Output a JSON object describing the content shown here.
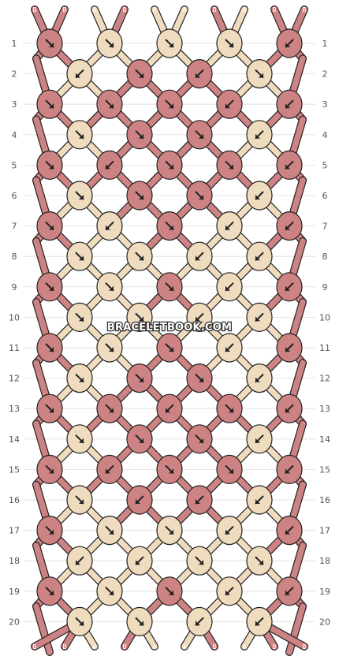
{
  "site": {
    "watermark": "BRACELETBOOK.COM"
  },
  "colors": {
    "A": "#efdbbd",
    "B": "#cd8283",
    "outline": "#222222",
    "background": "#ffffff",
    "grid": "#dddddd"
  },
  "strands": [
    "B",
    "B",
    "A",
    "B",
    "A",
    "A",
    "B",
    "A",
    "B",
    "B"
  ],
  "row_numbers": [
    "1",
    "2",
    "3",
    "4",
    "5",
    "6",
    "7",
    "8",
    "9",
    "10",
    "11",
    "12",
    "13",
    "14",
    "15",
    "16",
    "17",
    "18",
    "19",
    "20"
  ],
  "knot_rows": [
    [
      {
        "c": "B",
        "d": "se"
      },
      {
        "c": "A",
        "d": "se"
      },
      {
        "c": "A",
        "d": "se"
      },
      {
        "c": "A",
        "d": "se"
      },
      {
        "c": "B",
        "d": "sw"
      }
    ],
    [
      {
        "c": "A",
        "d": "sw"
      },
      {
        "c": "B",
        "d": "se"
      },
      {
        "c": "B",
        "d": "sw"
      },
      {
        "c": "A",
        "d": "se"
      }
    ],
    [
      {
        "c": "B",
        "d": "se"
      },
      {
        "c": "B",
        "d": "se"
      },
      {
        "c": "B",
        "d": "se"
      },
      {
        "c": "B",
        "d": "sw"
      },
      {
        "c": "B",
        "d": "sw"
      }
    ],
    [
      {
        "c": "A",
        "d": "se"
      },
      {
        "c": "B",
        "d": "se"
      },
      {
        "c": "B",
        "d": "se"
      },
      {
        "c": "A",
        "d": "sw"
      }
    ],
    [
      {
        "c": "B",
        "d": "se"
      },
      {
        "c": "B",
        "d": "sw"
      },
      {
        "c": "B",
        "d": "se"
      },
      {
        "c": "B",
        "d": "se"
      },
      {
        "c": "B",
        "d": "sw"
      }
    ],
    [
      {
        "c": "A",
        "d": "se"
      },
      {
        "c": "B",
        "d": "se"
      },
      {
        "c": "B",
        "d": "se"
      },
      {
        "c": "A",
        "d": "sw"
      }
    ],
    [
      {
        "c": "B",
        "d": "se"
      },
      {
        "c": "A",
        "d": "sw"
      },
      {
        "c": "B",
        "d": "se"
      },
      {
        "c": "A",
        "d": "sw"
      },
      {
        "c": "B",
        "d": "sw"
      }
    ],
    [
      {
        "c": "A",
        "d": "se"
      },
      {
        "c": "A",
        "d": "se"
      },
      {
        "c": "A",
        "d": "sw"
      },
      {
        "c": "A",
        "d": "sw"
      }
    ],
    [
      {
        "c": "B",
        "d": "se"
      },
      {
        "c": "A",
        "d": "se"
      },
      {
        "c": "B",
        "d": "se"
      },
      {
        "c": "A",
        "d": "sw"
      },
      {
        "c": "B",
        "d": "sw"
      }
    ],
    [
      {
        "c": "A",
        "d": "se"
      },
      {
        "c": "A",
        "d": "se"
      },
      {
        "c": "A",
        "d": "sw"
      },
      {
        "c": "A",
        "d": "sw"
      }
    ],
    [
      {
        "c": "B",
        "d": "se"
      },
      {
        "c": "A",
        "d": "se"
      },
      {
        "c": "B",
        "d": "se"
      },
      {
        "c": "A",
        "d": "sw"
      },
      {
        "c": "B",
        "d": "sw"
      }
    ],
    [
      {
        "c": "A",
        "d": "se"
      },
      {
        "c": "B",
        "d": "se"
      },
      {
        "c": "B",
        "d": "se"
      },
      {
        "c": "A",
        "d": "sw"
      }
    ],
    [
      {
        "c": "B",
        "d": "se"
      },
      {
        "c": "B",
        "d": "se"
      },
      {
        "c": "B",
        "d": "sw"
      },
      {
        "c": "B",
        "d": "se"
      },
      {
        "c": "B",
        "d": "sw"
      }
    ],
    [
      {
        "c": "A",
        "d": "se"
      },
      {
        "c": "B",
        "d": "se"
      },
      {
        "c": "B",
        "d": "se"
      },
      {
        "c": "A",
        "d": "sw"
      }
    ],
    [
      {
        "c": "B",
        "d": "se"
      },
      {
        "c": "B",
        "d": "sw"
      },
      {
        "c": "B",
        "d": "se"
      },
      {
        "c": "B",
        "d": "se"
      },
      {
        "c": "B",
        "d": "sw"
      }
    ],
    [
      {
        "c": "A",
        "d": "se"
      },
      {
        "c": "B",
        "d": "sw"
      },
      {
        "c": "B",
        "d": "sw"
      },
      {
        "c": "A",
        "d": "sw"
      }
    ],
    [
      {
        "c": "B",
        "d": "se"
      },
      {
        "c": "A",
        "d": "se"
      },
      {
        "c": "A",
        "d": "se"
      },
      {
        "c": "A",
        "d": "sw"
      },
      {
        "c": "B",
        "d": "sw"
      }
    ],
    [
      {
        "c": "A",
        "d": "sw"
      },
      {
        "c": "A",
        "d": "sw"
      },
      {
        "c": "A",
        "d": "se"
      },
      {
        "c": "A",
        "d": "se"
      }
    ],
    [
      {
        "c": "B",
        "d": "se"
      },
      {
        "c": "A",
        "d": "se"
      },
      {
        "c": "B",
        "d": "se"
      },
      {
        "c": "A",
        "d": "sw"
      },
      {
        "c": "B",
        "d": "sw"
      }
    ],
    [
      {
        "c": "A",
        "d": "se"
      },
      {
        "c": "A",
        "d": "se"
      },
      {
        "c": "A",
        "d": "sw"
      },
      {
        "c": "A",
        "d": "sw"
      }
    ]
  ]
}
